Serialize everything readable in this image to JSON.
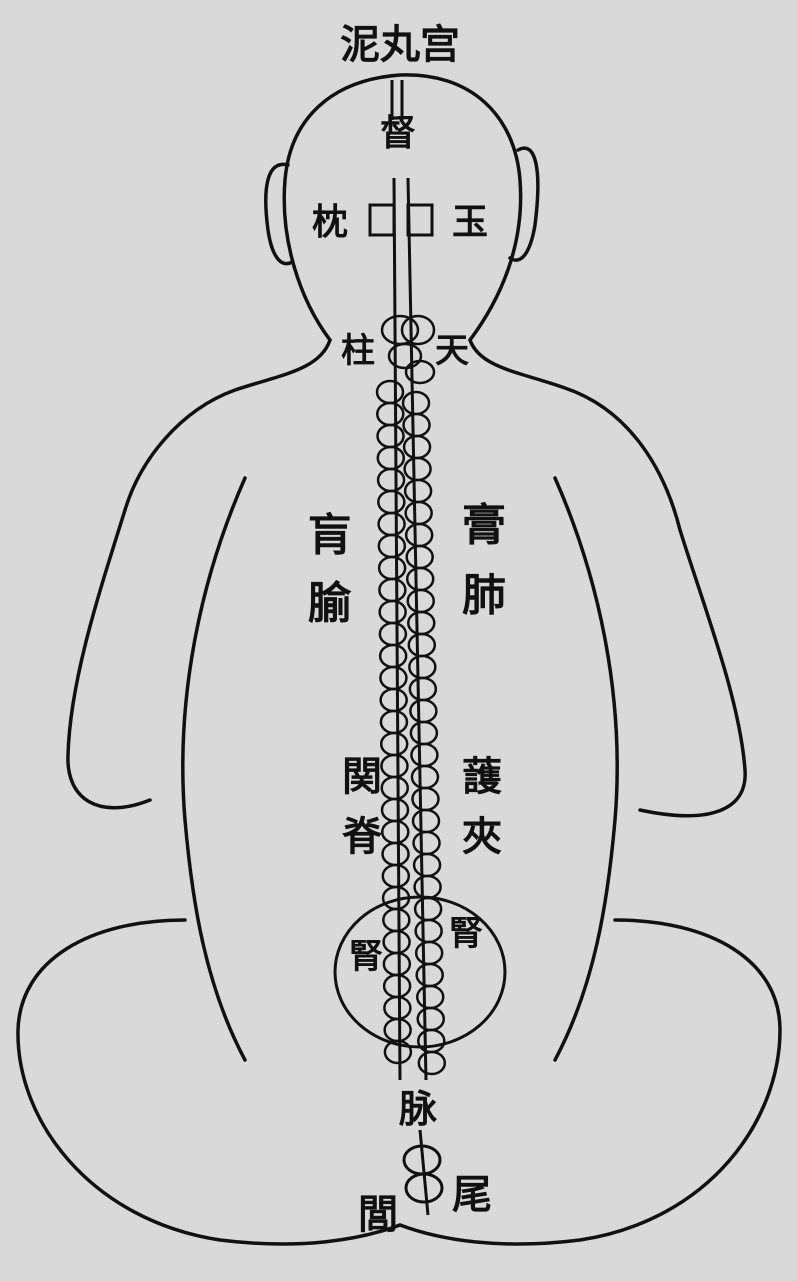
{
  "labels": {
    "niwangong": "泥丸宫",
    "du": "督",
    "yu": "玉",
    "zhen": "枕",
    "tian": "天",
    "zhu": "柱",
    "gao": "膏",
    "fei": "肺",
    "huang": "肓",
    "yu2": "腧",
    "jia": "夾",
    "ji2": "脊",
    "guan": "関",
    "jiaji": "䕶",
    "shen_right": "腎",
    "shen_left": "腎",
    "mai": "脉",
    "wei": "尾",
    "lu": "閭"
  },
  "colors": {
    "ink": "#111111",
    "paper": "#d9d9d9",
    "ghost_text": "#c4c4c4"
  }
}
